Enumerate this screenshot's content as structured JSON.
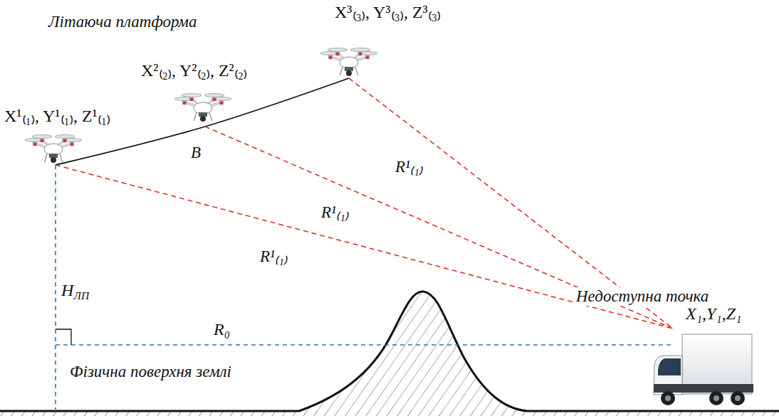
{
  "diagram": {
    "labels": [
      "Літаюча платформа",
      "X³₍₃₎, Y³₍₃₎, Z³₍₃₎",
      "X²₍₂₎, Y²₍₂₎, Z²₍₂₎",
      "X¹₍₁₎, Y¹₍₁₎, Z¹₍₁₎",
      "B",
      "R¹₍₁₎",
      "R¹₍₁₎",
      "R¹₍₁₎",
      "Недоступна точка",
      "HЛП",
      "R₀",
      "X₁,Y₁,Z₁",
      "Фізична поверхня землі"
    ]
  }
}
